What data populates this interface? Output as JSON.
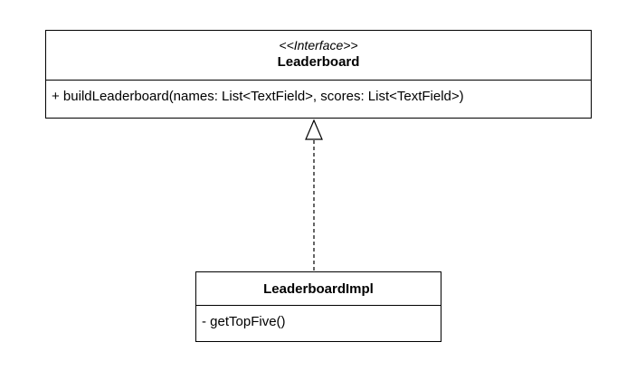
{
  "diagram": {
    "interface": {
      "stereotype": "<<Interface>>",
      "name": "Leaderboard",
      "members": [
        "+ buildLeaderboard(names: List<TextField>, scores: List<TextField>)"
      ]
    },
    "implementation": {
      "name": "LeaderboardImpl",
      "members": [
        "- getTopFive()"
      ]
    },
    "relationship": "realization"
  }
}
